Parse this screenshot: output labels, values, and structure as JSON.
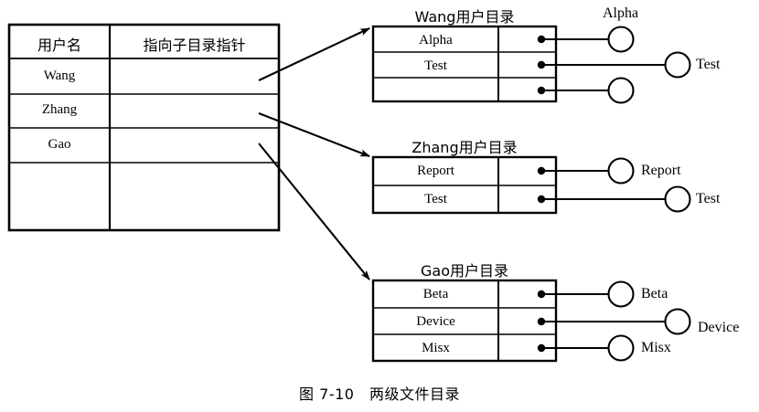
{
  "figure": {
    "caption": "图 7-10　两级文件目录",
    "caption_number": "图 7-10",
    "caption_title": "两级文件目录"
  },
  "master_file_directory": {
    "name": "master-file-directory",
    "columns": [
      "用户名",
      "指向子目录指针"
    ],
    "rows": [
      {
        "user": "Wang",
        "pointer": ""
      },
      {
        "user": "Zhang",
        "pointer": ""
      },
      {
        "user": "Gao",
        "pointer": ""
      },
      {
        "user": "",
        "pointer": ""
      }
    ]
  },
  "user_directories": [
    {
      "id": "wang",
      "title": "Wang用户目录",
      "entries": [
        {
          "name": "Alpha",
          "pointer_dot": "●",
          "node_label": "Alpha"
        },
        {
          "name": "Test",
          "pointer_dot": "●",
          "node_label": "Test"
        },
        {
          "name": "",
          "pointer_dot": "●",
          "node_label": ""
        }
      ]
    },
    {
      "id": "zhang",
      "title": "Zhang用户目录",
      "entries": [
        {
          "name": "Report",
          "pointer_dot": "●",
          "node_label": "Report"
        },
        {
          "name": "Test",
          "pointer_dot": "●",
          "node_label": "Test"
        }
      ]
    },
    {
      "id": "gao",
      "title": "Gao用户目录",
      "entries": [
        {
          "name": "Beta",
          "pointer_dot": "●",
          "node_label": "Beta"
        },
        {
          "name": "Device",
          "pointer_dot": "●",
          "node_label": "Device"
        },
        {
          "name": "Misx",
          "pointer_dot": "●",
          "node_label": "Misx"
        }
      ]
    }
  ],
  "colors": {
    "ink": "#000000",
    "paper": "#ffffff"
  }
}
